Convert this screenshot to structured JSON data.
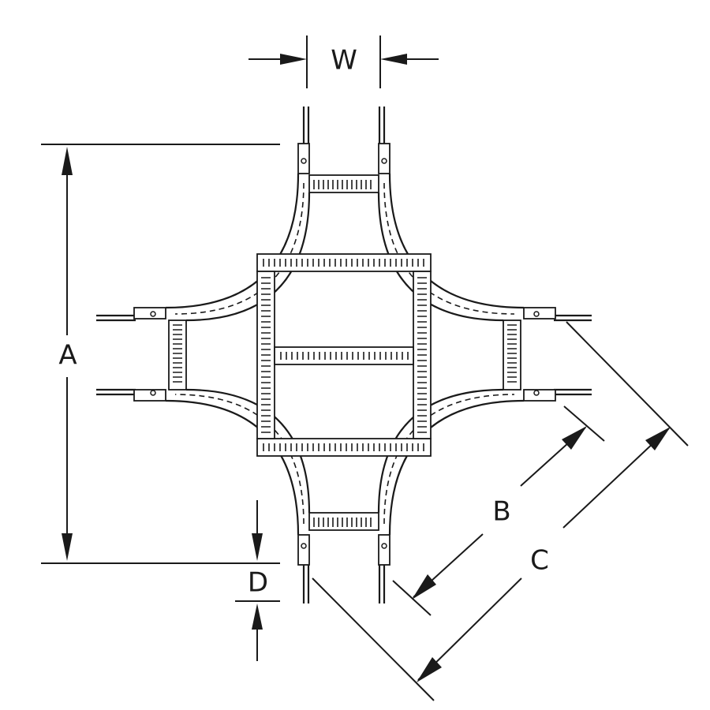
{
  "diagram": {
    "labels": {
      "width": "W",
      "overall_height": "A",
      "inner_diagonal": "B",
      "outer_diagonal": "C",
      "drop": "D"
    },
    "colors": {
      "line": "#1a1a1a",
      "background": "#ffffff"
    }
  }
}
